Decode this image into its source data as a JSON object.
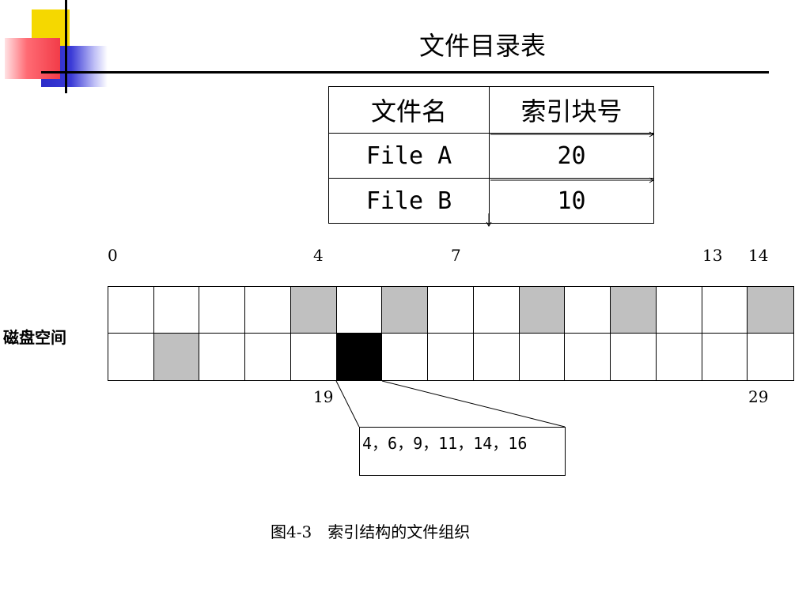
{
  "title": "文件目录表",
  "directory_table": {
    "headers": [
      "文件名",
      "索引块号"
    ],
    "rows": [
      {
        "name": "File A",
        "index_block": "20"
      },
      {
        "name": "File B",
        "index_block": "10"
      }
    ]
  },
  "block_numbers": {
    "b0": "0",
    "b4": "4",
    "b7": "7",
    "b13": "13",
    "b14": "14",
    "b19": "19",
    "b29": "29"
  },
  "disk_label": "磁盘空间",
  "disk": {
    "columns": 15,
    "rows": 2,
    "used_blocks": [
      4,
      6,
      9,
      11,
      14,
      16
    ],
    "index_block": 20,
    "colors": {
      "used": "#c0c0c0",
      "index": "#000000",
      "free": "#ffffff"
    }
  },
  "index_block_contents": "4，6，9，11，14，16",
  "caption": "图4-3　索引结构的文件组织"
}
